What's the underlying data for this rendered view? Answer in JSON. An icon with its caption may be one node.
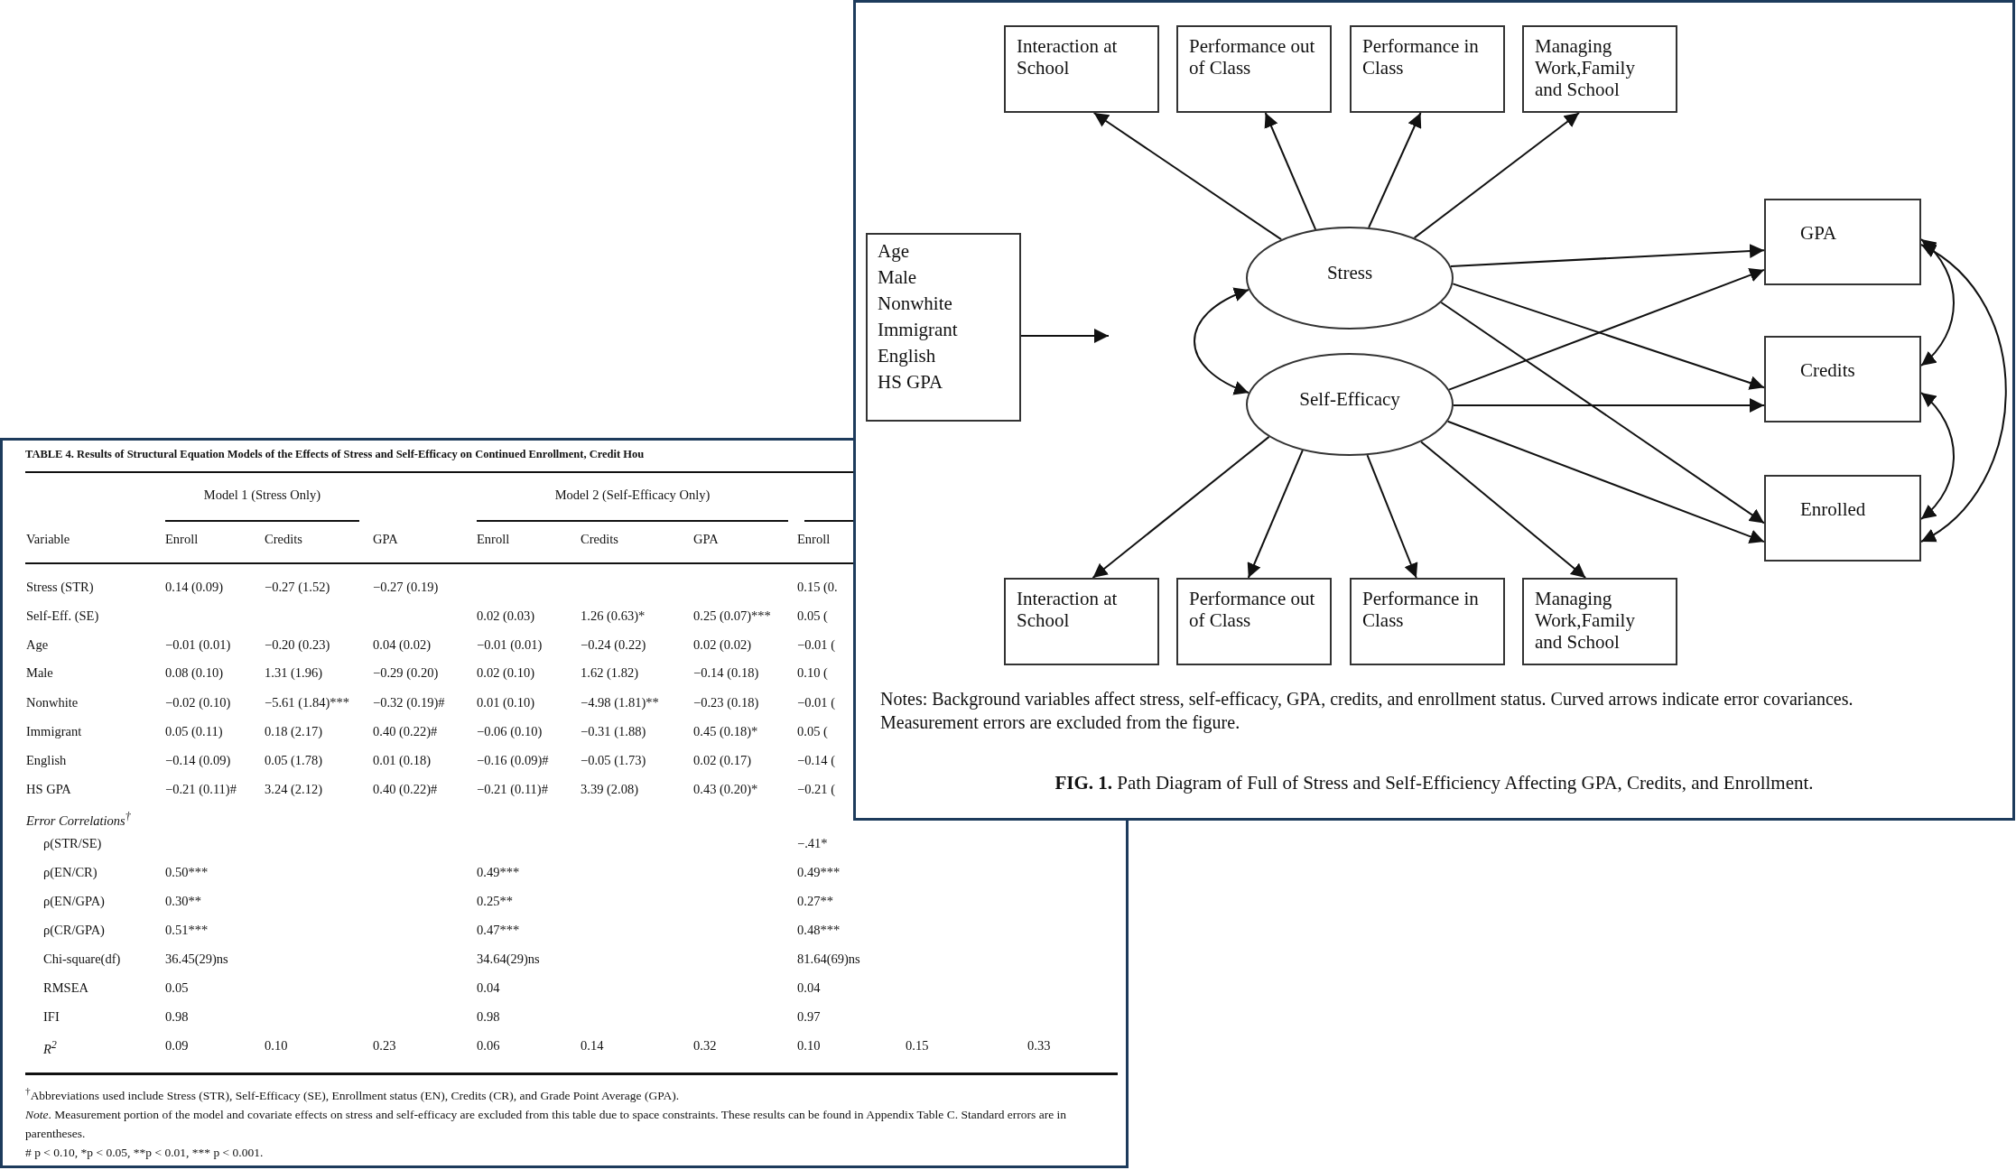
{
  "diagram": {
    "title": "TABLE 4.  Results of Structural Equation Models of the Effects of Stress and Self-Efficacy on Continued Enrollment, Credit Hou",
    "caption": "**FIG. 1.** Path Diagram of Full of Stress and Self-Efficiency Affecting GPA, Credits, and Enrollment.",
    "nodes": [
      {
        "text": [
          "Interaction at School"
        ]
      },
      {
        "text": [
          "Performance out of Class"
        ]
      },
      {
        "text": [
          "Performance in Class"
        ]
      },
      {
        "text": [
          "Managing Work,Family and School"
        ]
      },
      {
        "text": [
          "Age",
          "Male",
          "Nonwhite",
          "Immigrant",
          "English",
          "HS GPA"
        ]
      },
      {
        "text": [
          "Stress"
        ]
      },
      {
        "text": [
          "GPA"
        ]
      },
      {
        "text": [
          "Self-Efficacy"
        ]
      },
      {
        "text": [
          "Credits"
        ]
      },
      {
        "text": [
          "Enrolled"
        ]
      },
      {
        "text": [
          "Interaction at School"
        ]
      },
      {
        "text": [
          "Performance out of Class"
        ]
      },
      {
        "text": [
          "Performance in Class"
        ]
      },
      {
        "text": [
          "Managing Work,Family and School"
        ]
      }
    ],
    "edges": [
      {
        "from": 5,
        "to": 0,
        "arrow": "to"
      },
      {
        "from": 5,
        "to": 1,
        "arrow": "to"
      },
      {
        "from": 5,
        "to": 2,
        "arrow": "to"
      },
      {
        "from": 5,
        "to": 3,
        "arrow": "to"
      },
      {
        "from": 4,
        "to": null,
        "arrow": "to"
      },
      {
        "from": 5,
        "to": 7,
        "arrow": "both"
      },
      {
        "from": 5,
        "to": 6,
        "arrow": "to"
      },
      {
        "from": 5,
        "to": 8,
        "arrow": "to"
      },
      {
        "from": 5,
        "to": 9,
        "arrow": "to"
      },
      {
        "from": 7,
        "to": 6,
        "arrow": "to"
      },
      {
        "from": 7,
        "to": 8,
        "arrow": "to"
      },
      {
        "from": 7,
        "to": 9,
        "arrow": "to"
      },
      {
        "from": 7,
        "to": 10,
        "arrow": "to"
      },
      {
        "from": 7,
        "to": 11,
        "arrow": "to"
      },
      {
        "from": 7,
        "to": 12,
        "arrow": "to"
      },
      {
        "from": 7,
        "to": 13,
        "arrow": "to"
      },
      {
        "from": 6,
        "to": 8,
        "arrow": "both"
      },
      {
        "from": 8,
        "to": 9,
        "arrow": "both"
      },
      {
        "from": 6,
        "to": 9,
        "arrow": "both"
      }
    ],
    "labels": [
      "Notes:  Background variables affect stress, self-efficacy, GPA, credits, and enrollment status.  Curved arrows indicate error covariances.  Measurement errors are excluded from the figure.",
      "Model 1  (Stress Only)",
      "Model 2 (Self-Efficacy  Only)",
      "Variable",
      "Enroll",
      "Credits",
      "GPA",
      "Enroll",
      "Credits",
      "GPA",
      "Enroll",
      "Stress  (STR)",
      "0.14 (0.09)",
      "−0.27 (1.52)",
      "−0.27 (0.19)",
      "0.15 (0.",
      "Self-Eff.  (SE)",
      "0.02 (0.03)",
      "1.26 (0.63)*",
      "0.25 (0.07)***",
      "0.05 (",
      "Age",
      "−0.01 (0.01)",
      "−0.20 (0.23)",
      "0.04 (0.02)",
      "−0.01 (0.01)",
      "−0.24 (0.22)",
      "0.02 (0.02)",
      "−0.01 (",
      "Male",
      "0.08 (0.10)",
      "1.31 (1.96)",
      "−0.29 (0.20)",
      "0.02 (0.10)",
      "1.62 (1.82)",
      "−0.14 (0.18)",
      "0.10 (",
      "Nonwhite",
      "−0.02 (0.10)",
      "−5.61 (1.84)***",
      "−0.32 (0.19)#",
      "0.01 (0.10)",
      "−4.98 (1.81)**",
      "−0.23 (0.18)",
      "−0.01 (",
      "Immigrant",
      "0.05 (0.11)",
      "0.18 (2.17)",
      "0.40 (0.22)#",
      "−0.06 (0.10)",
      "−0.31 (1.88)",
      "0.45 (0.18)*",
      "0.05 (",
      "English",
      "−0.14 (0.09)",
      "0.05 (1.78)",
      "0.01 (0.18)",
      "−0.16 (0.09)#",
      "−0.05 (1.73)",
      "0.02 (0.17)",
      "−0.14 (",
      "HS GPA",
      "−0.21 (0.11)#",
      "3.24 (2.12)",
      "0.40 (0.22)#",
      "−0.21 (0.11)#",
      "3.39 (2.08)",
      "0.43 (0.20)*",
      "−0.21 (",
      "Error Correlations$^{†}$",
      "ρ(STR/SE)",
      "−.41*",
      "ρ(EN/CR)",
      "0.50***",
      "0.49***",
      "0.49***",
      "ρ(EN/GPA)",
      "0.30**",
      "0.25**",
      "0.27**",
      "ρ(CR/GPA)",
      "0.51***",
      "0.47***",
      "0.48***",
      "Chi-square(df)",
      "36.45(29)ns",
      "34.64(29)ns",
      "81.64(69)ns",
      "RMSEA",
      "0.05",
      "0.04",
      "0.04",
      "IFI",
      "0.98",
      "0.98",
      "0.97",
      "R$^{2}$",
      "0.09",
      "0.10",
      "0.23",
      "0.06",
      "0.14",
      "0.32",
      "0.10",
      "0.15",
      "0.33",
      "$^{†}$Abbreviations used include Stress (STR), Self-Efficacy (SE), Enrollment status (EN), Credits (CR), and Grade Point Average (GPA).",
      "*Note*. Measurement portion of the model and covariate effects on stress and self-efficacy are excluded from this table due to space constraints. These results can be found in Appendix Table C. Standard errors are in parentheses.",
      "# p < 0.10, *p < 0.05, **p < 0.01, *** p < 0.001."
    ]
  }
}
